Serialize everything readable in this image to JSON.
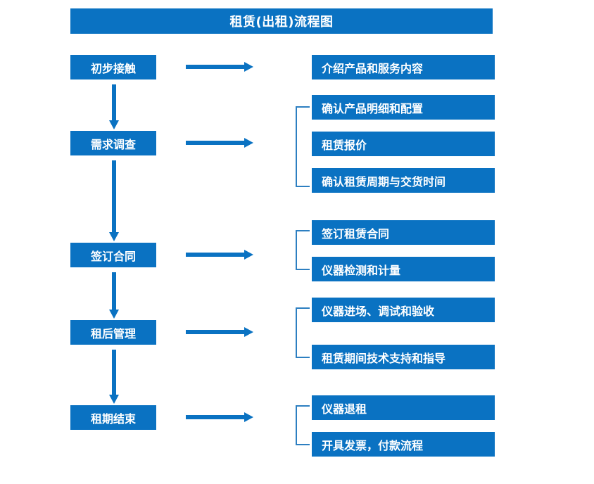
{
  "title": "租赁(出租)流程图",
  "colors": {
    "box_fill": "#0a72c2",
    "box_text": "#ffffff",
    "arrow": "#0a72c2",
    "bracket": "#2d7fc1",
    "background": "#ffffff"
  },
  "stages": [
    {
      "label": "初步接触"
    },
    {
      "label": "需求调查"
    },
    {
      "label": "签订合同"
    },
    {
      "label": "租后管理"
    },
    {
      "label": "租期结束"
    }
  ],
  "details": [
    {
      "label": "介绍产品和服务内容"
    },
    {
      "label": "确认产品明细和配置"
    },
    {
      "label": "租赁报价"
    },
    {
      "label": "确认租赁周期与交货时间"
    },
    {
      "label": "签订租赁合同"
    },
    {
      "label": "仪器检测和计量"
    },
    {
      "label": "仪器进场、调试和验收"
    },
    {
      "label": "租赁期间技术支持和指导"
    },
    {
      "label": "仪器退租"
    },
    {
      "label": "开具发票，付款流程"
    }
  ],
  "flow": {
    "stage_to_details": [
      {
        "stage": "初步接触",
        "details": [
          "介绍产品和服务内容"
        ]
      },
      {
        "stage": "需求调查",
        "details": [
          "确认产品明细和配置",
          "租赁报价",
          "确认租赁周期与交货时间"
        ]
      },
      {
        "stage": "签订合同",
        "details": [
          "签订租赁合同",
          "仪器检测和计量"
        ]
      },
      {
        "stage": "租后管理",
        "details": [
          "仪器进场、调试和验收",
          "租赁期间技术支持和指导"
        ]
      },
      {
        "stage": "租期结束",
        "details": [
          "仪器退租",
          "开具发票，付款流程"
        ]
      }
    ],
    "sequence": [
      "初步接触",
      "需求调查",
      "签订合同",
      "租后管理",
      "租期结束"
    ]
  }
}
